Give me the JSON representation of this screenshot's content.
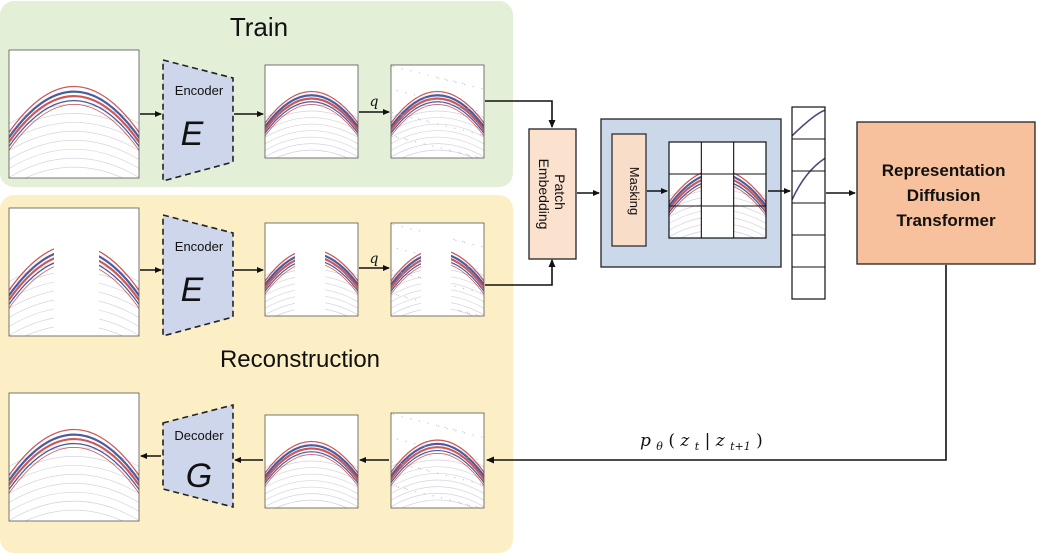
{
  "colors": {
    "train_panel": "#e4efd7",
    "reconstruction_panel": "#fcefc6",
    "encoder_fill": "#cdd6ea",
    "masking_panel": "#cad8ea",
    "masking_block": "#f8ddc9",
    "patch_embedding": "#fbe2cf",
    "transformer": "#f6c19c",
    "seismic_red": "#c43a3a",
    "seismic_blue": "#2e3f8f"
  },
  "train": {
    "title": "Train",
    "encoder_label": "Encoder",
    "encoder_symbol": "E",
    "q_label": "q"
  },
  "reconstruction": {
    "title": "Reconstruction",
    "encoder_label": "Encoder",
    "encoder_symbol": "E",
    "q_label": "q",
    "decoder_label": "Decoder",
    "decoder_symbol": "G"
  },
  "patch_embedding": {
    "line1": "Patch",
    "line2": "Embedding"
  },
  "masking": {
    "label": "Masking"
  },
  "transformer": {
    "line1": "Representation",
    "line2": "Diffusion",
    "line3": "Transformer"
  },
  "reverse_process_label": {
    "p": "p",
    "theta": "θ",
    "open": "(",
    "z1": "z",
    "t1": "t",
    "bar": "|",
    "z2": "z",
    "t2": "t+1",
    "close": ")"
  }
}
